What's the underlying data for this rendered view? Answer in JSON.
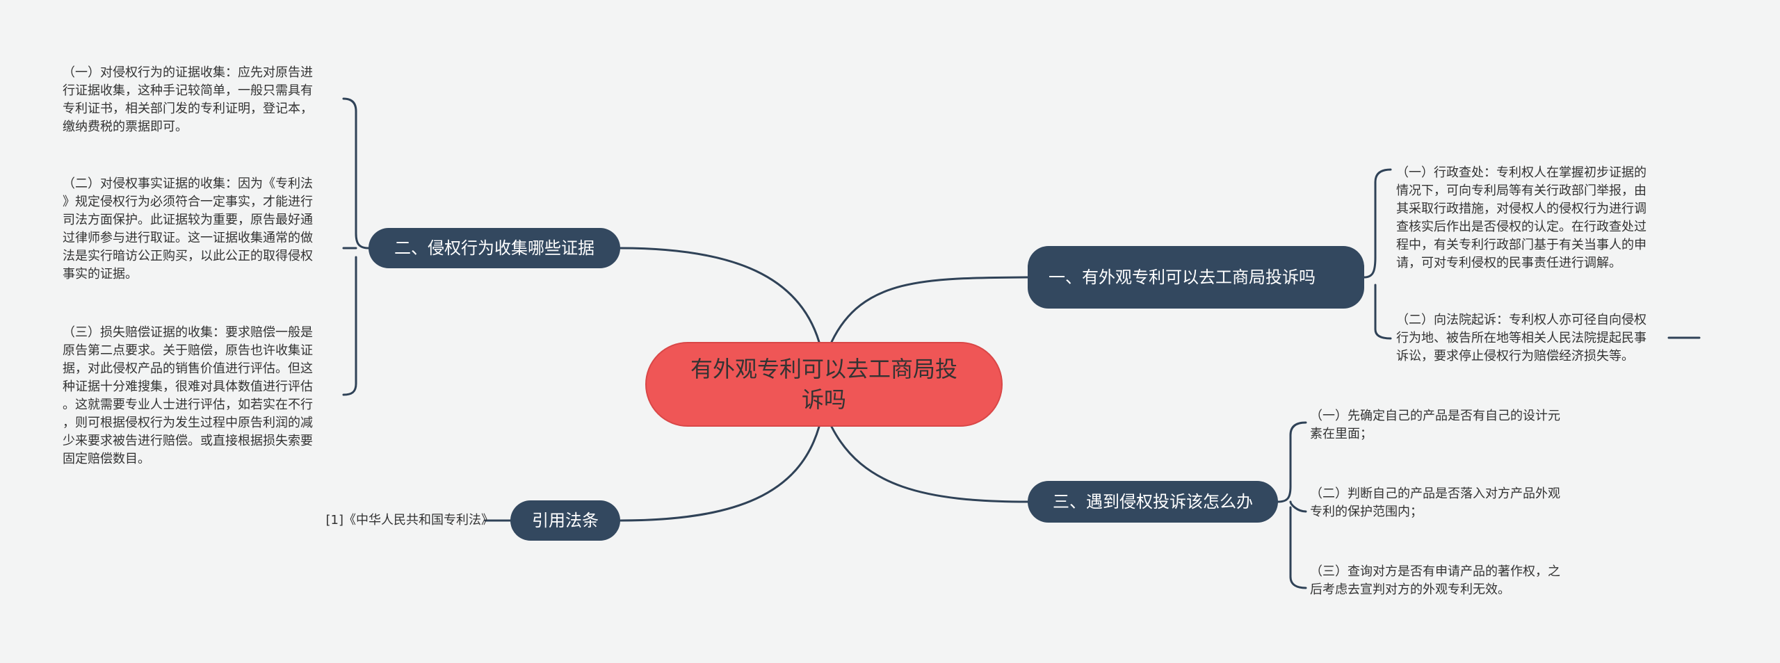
{
  "central_topic": "有外观专利可以去工商局投诉吗",
  "branches": {
    "b1": "一、有外观专利可以去工商局投诉吗",
    "b2": "二、侵权行为收集哪些证据",
    "b3": "三、遇到侵权投诉该怎么办",
    "b4": "引用法条"
  },
  "leaves": {
    "b1_1": "（一）行政查处：专利权人在掌握初步证据的\n情况下，可向专利局等有关行政部门举报，由\n其采取行政措施，对侵权人的侵权行为进行调\n查核实后作出是否侵权的认定。在行政查处过\n程中，有关专利行政部门基于有关当事人的申\n请，可对专利侵权的民事责任进行调解。",
    "b1_2": "（二）向法院起诉：专利权人亦可径自向侵权\n行为地、被告所在地等相关人民法院提起民事\n诉讼，要求停止侵权行为赔偿经济损失等。",
    "b2_1": "（一）对侵权行为的证据收集：应先对原告进\n行证据收集，这种手记较简单，一般只需具有\n专利证书，相关部门发的专利证明，登记本，\n缴纳费税的票据即可。",
    "b2_2": "（二）对侵权事实证据的收集：因为《专利法\n》规定侵权行为必须符合一定事实，才能进行\n司法方面保护。此证据较为重要，原告最好通\n过律师参与进行取证。这一证据收集通常的做\n法是实行暗访公正购买，以此公正的取得侵权\n事实的证据。",
    "b2_3": "（三）损失赔偿证据的收集：要求赔偿一般是\n原告第二点要求。关于赔偿，原告也许收集证\n据，对此侵权产品的销售价值进行评估。但这\n种证据十分难搜集，很难对具体数值进行评估\n。这就需要专业人士进行评估，如若实在不行\n，则可根据侵权行为发生过程中原告利润的减\n少来要求被告进行赔偿。或直接根据损失索要\n固定赔偿数目。",
    "b3_1": "（一）先确定自己的产品是否有自己的设计元\n素在里面；",
    "b3_2": "（二）判断自己的产品是否落入对方产品外观\n专利的保护范围内；",
    "b3_3": "（三）查询对方是否有申请产品的著作权，之\n后考虑去宣判对方的外观专利无效。",
    "b4_1": "[1]《中华人民共和国专利法》"
  },
  "colors": {
    "background": "#f3f4f4",
    "central_fill": "#ef5656",
    "branch_fill": "#33485f",
    "connector": "#2f4257",
    "leaf_text": "#333333"
  }
}
